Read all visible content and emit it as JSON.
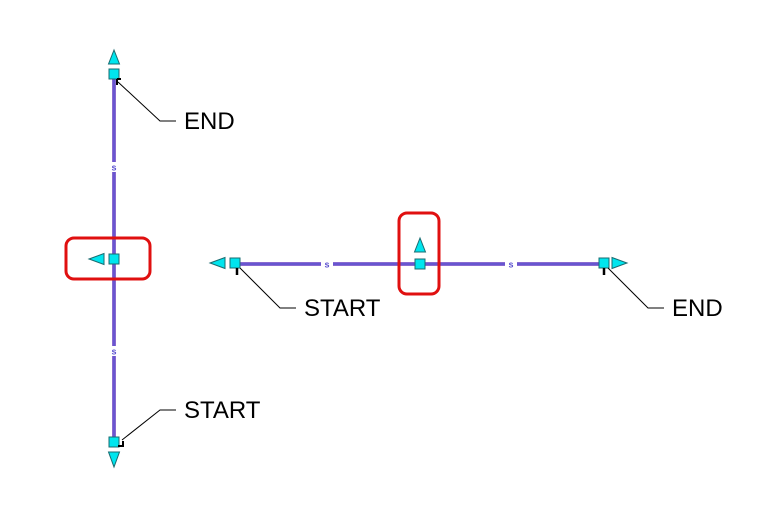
{
  "colors": {
    "line_outer": "#8a6ad0",
    "line_inner": "#5a4fcf",
    "grip_fill": "#00e5ee",
    "grip_stroke": "#1a6b70",
    "highlight": "#e01010",
    "leader": "#000000",
    "text": "#000000"
  },
  "segment_tag": "s",
  "vertical_line": {
    "end_label": "END",
    "start_label": "START"
  },
  "horizontal_line": {
    "start_label": "START",
    "end_label": "END"
  }
}
